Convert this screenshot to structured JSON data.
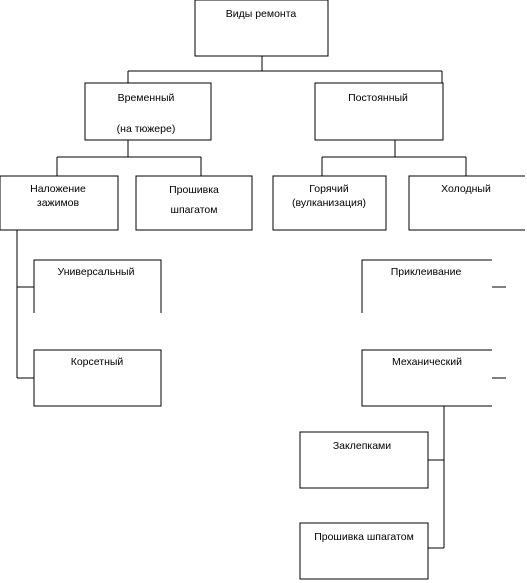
{
  "diagram": {
    "root": {
      "label": "Виды ремонта"
    },
    "temporary": {
      "line1": "Временный",
      "line2": "(на тюжере)"
    },
    "permanent": {
      "label": "Постоянный"
    },
    "clamps": {
      "line1": "Наложение",
      "line2": "зажимов"
    },
    "twine_stitch_top": {
      "line1": "Прошивка",
      "line2": "шпагатом"
    },
    "hot": {
      "line1": "Горячий",
      "line2": "(вулканизация)"
    },
    "cold": {
      "label": "Холодный"
    },
    "universal": {
      "label": "Универсальный"
    },
    "corset": {
      "label": "Корсетный"
    },
    "gluing": {
      "label": "Приклеивание"
    },
    "mechanical": {
      "label": "Механический"
    },
    "patches": {
      "label": "Заклепками"
    },
    "twine_stitch_bottom": {
      "label": "Прошивка шпагатом"
    }
  }
}
